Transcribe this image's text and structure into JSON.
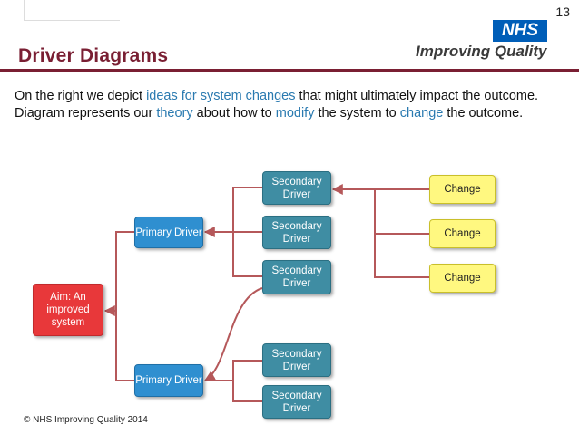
{
  "slide_number": "13",
  "title": "Driver Diagrams",
  "logo": {
    "mark": "NHS",
    "tagline": "Improving Quality"
  },
  "intro": {
    "t1": "On the right we depict ",
    "h1": "ideas for system changes",
    "t2": " that might ultimately impact the outcome.  Diagram represents our ",
    "h2": "theory",
    "t3": " about how to ",
    "h3": "modify",
    "t4": " the system to ",
    "h4": "change",
    "t5": " the outcome."
  },
  "diagram": {
    "aim": "Aim: An improved system",
    "primary": [
      "Primary Driver",
      "Primary Driver"
    ],
    "secondary": [
      "Secondary Driver",
      "Secondary Driver",
      "Secondary Driver",
      "Secondary Driver",
      "Secondary Driver"
    ],
    "changes": [
      "Change",
      "Change",
      "Change"
    ]
  },
  "colors": {
    "title": "#7a1f33",
    "connector": "#b5585a",
    "aim": "#e8383a",
    "primary": "#2f8fd0",
    "secondary": "#3f8da3",
    "change": "#fff880",
    "highlight": "#2a7ab0"
  },
  "footer": "© NHS Improving Quality 2014"
}
